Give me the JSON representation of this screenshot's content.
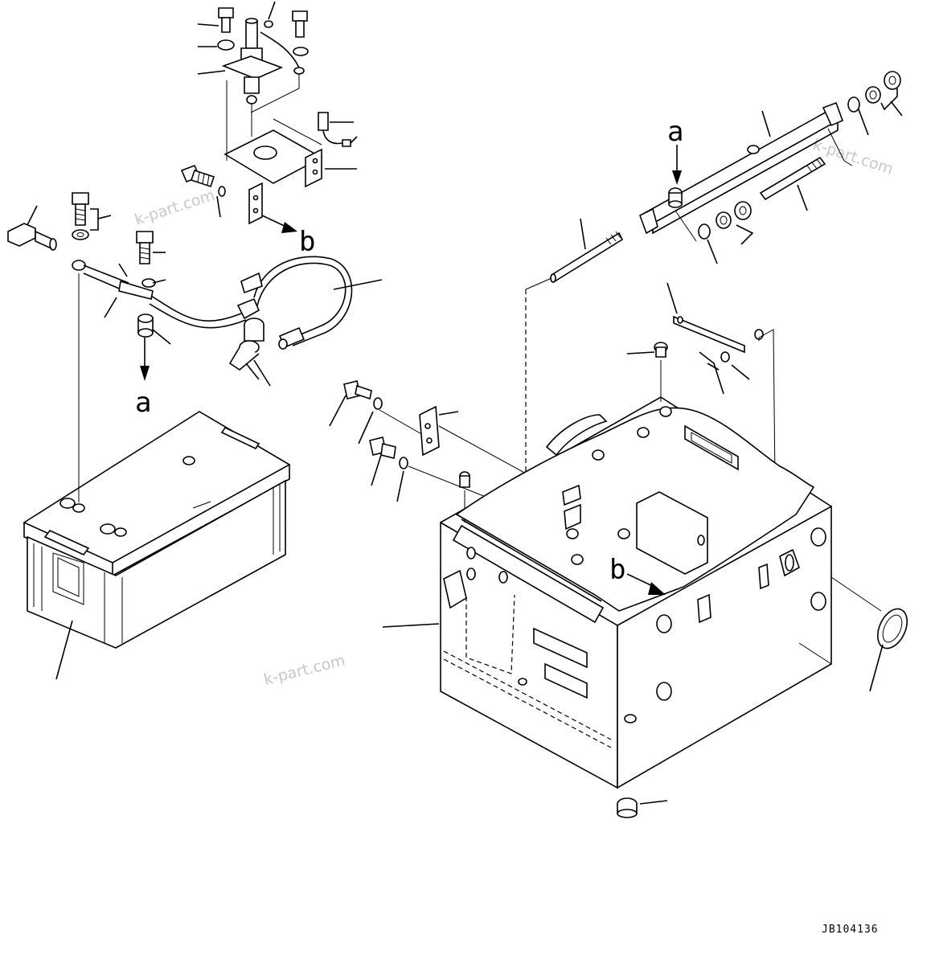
{
  "references": {
    "a": "a",
    "b": "b"
  },
  "watermark": "k-part.com",
  "drawing_code": "JB104136"
}
